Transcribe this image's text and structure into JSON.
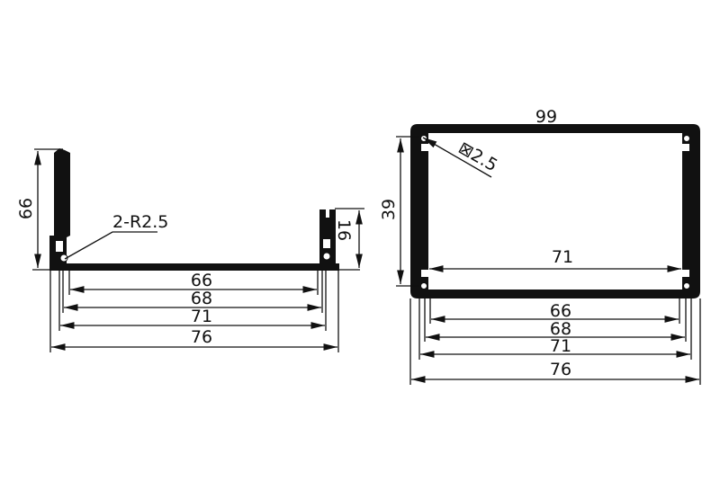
{
  "colors": {
    "line": "#111111",
    "background": "#ffffff"
  },
  "left_view": {
    "height_label": "66",
    "radius_note": "2-R2.5",
    "short_wall_label": "16",
    "widths": [
      "66",
      "68",
      "71",
      "76"
    ]
  },
  "right_view": {
    "top_label": "99",
    "hole_note": "⊠2.5",
    "height_label": "39",
    "inner_width_label": "71",
    "widths": [
      "66",
      "68",
      "71",
      "76"
    ]
  }
}
